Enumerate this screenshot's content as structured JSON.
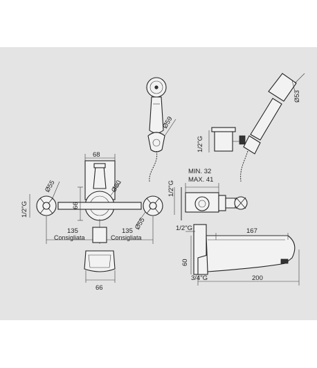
{
  "front": {
    "width_68": "68",
    "dia_55_left": "Ø55",
    "dia_80": "Ø80",
    "dia_55_right": "Ø55",
    "height_66": "66",
    "thread_left": "1/2\"G",
    "thread_right": "1/2\"G",
    "dist_left": "135",
    "dist_left_note": "Consigliata",
    "dist_right": "135",
    "dist_right_note": "Consigliata",
    "spout_width": "66",
    "hose_dia": "Ø59"
  },
  "side": {
    "showerhead_dia": "Ø53",
    "holder_thread": "1/2\"G",
    "min_label": "MIN. 32",
    "max_label": "MAX. 41"
  },
  "spout": {
    "thread_top": "1/2\"G",
    "length_167": "167",
    "height_60": "60",
    "thread_bottom": "3/4\"G",
    "length_200": "200"
  }
}
